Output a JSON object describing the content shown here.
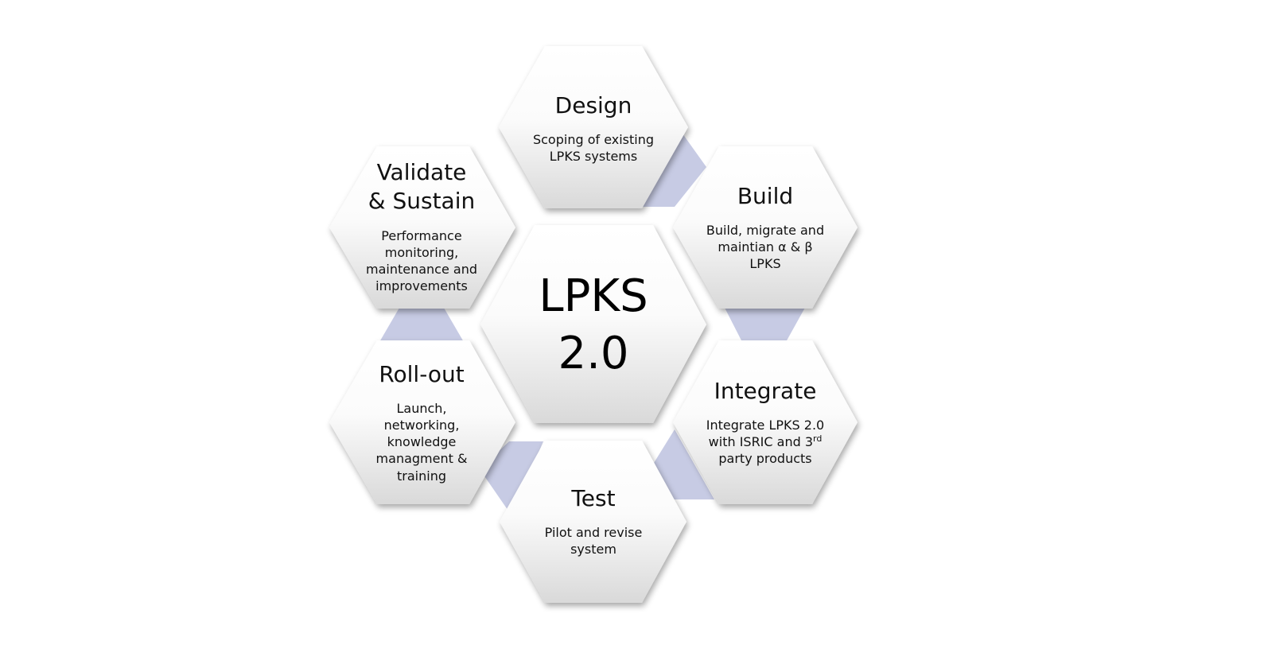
{
  "colors": {
    "connector": "#c7cbe4",
    "hex_fill_top": "#ffffff",
    "hex_fill_bottom": "#dcdcdc",
    "text": "#111111"
  },
  "center": {
    "line1": "LPKS",
    "line2": "2.0"
  },
  "stages": {
    "design": {
      "title": "Design",
      "desc1": "Scoping of existing",
      "desc2": "LPKS systems"
    },
    "build": {
      "title": "Build",
      "desc1": "Build, migrate and",
      "desc2": "maintian α & β",
      "desc3": "LPKS"
    },
    "integrate": {
      "title": "Integrate",
      "desc1": "Integrate LPKS 2.0",
      "desc2_pre": "with ISRIC and 3",
      "desc2_sup": "rd",
      "desc3": "party products"
    },
    "test": {
      "title": "Test",
      "desc1": "Pilot and revise",
      "desc2": "system"
    },
    "rollout": {
      "title": "Roll-out",
      "desc1": "Launch,",
      "desc2": "networking,",
      "desc3": "knowledge",
      "desc4": "managment &",
      "desc5": "training"
    },
    "validate": {
      "title1": "Validate",
      "title2": "& Sustain",
      "desc1": "Performance",
      "desc2": "monitoring,",
      "desc3": "maintenance and",
      "desc4": "improvements"
    }
  }
}
